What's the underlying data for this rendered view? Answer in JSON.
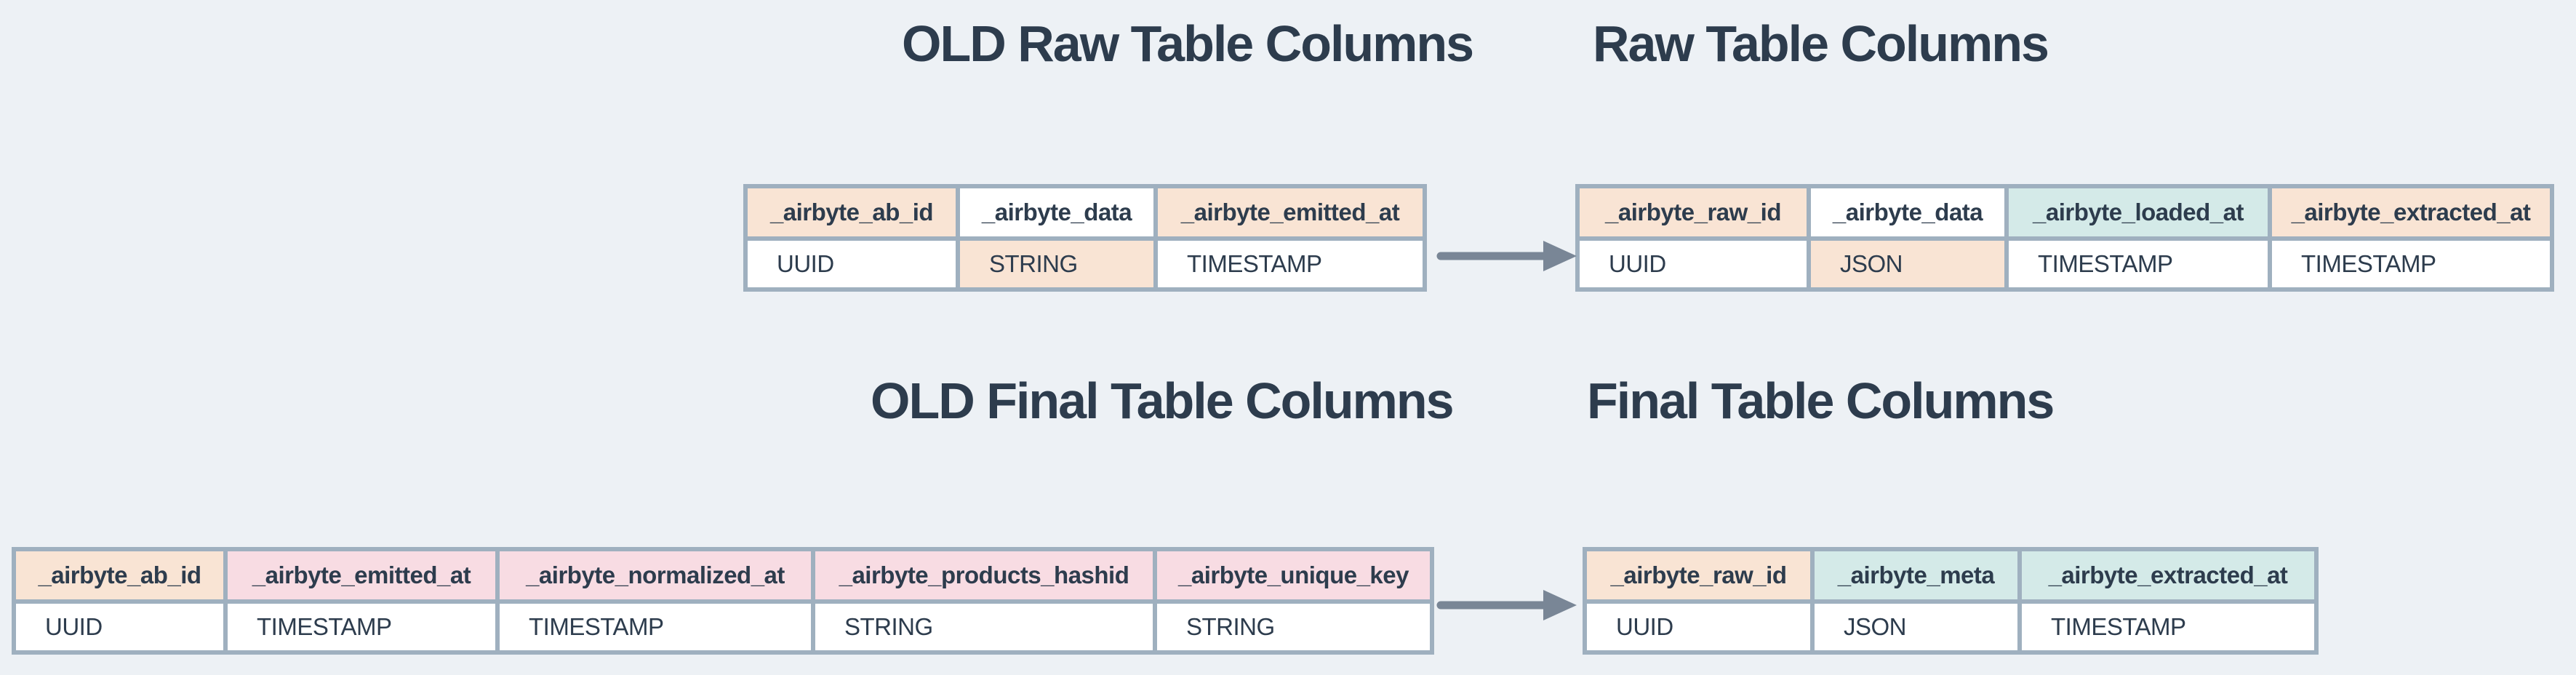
{
  "diagram": {
    "titles": {
      "old_raw": "OLD Raw Table Columns",
      "raw": "Raw Table Columns",
      "old_final": "OLD Final Table Columns",
      "final": "Final Table Columns"
    },
    "tables": {
      "old_raw": {
        "columns": [
          {
            "name": "_airbyte_ab_id",
            "type": "UUID",
            "header_bg": "peach",
            "type_bg": "white"
          },
          {
            "name": "_airbyte_data",
            "type": "STRING",
            "header_bg": "white",
            "type_bg": "peach"
          },
          {
            "name": "_airbyte_emitted_at",
            "type": "TIMESTAMP",
            "header_bg": "peach",
            "type_bg": "white"
          }
        ]
      },
      "raw": {
        "columns": [
          {
            "name": "_airbyte_raw_id",
            "type": "UUID",
            "header_bg": "peach",
            "type_bg": "white"
          },
          {
            "name": "_airbyte_data",
            "type": "JSON",
            "header_bg": "white",
            "type_bg": "peach"
          },
          {
            "name": "_airbyte_loaded_at",
            "type": "TIMESTAMP",
            "header_bg": "teal",
            "type_bg": "white"
          },
          {
            "name": "_airbyte_extracted_at",
            "type": "TIMESTAMP",
            "header_bg": "peach",
            "type_bg": "white"
          }
        ]
      },
      "old_final": {
        "columns": [
          {
            "name": "_airbyte_ab_id",
            "type": "UUID",
            "header_bg": "peach",
            "type_bg": "white"
          },
          {
            "name": "_airbyte_emitted_at",
            "type": "TIMESTAMP",
            "header_bg": "pink",
            "type_bg": "white"
          },
          {
            "name": "_airbyte_normalized_at",
            "type": "TIMESTAMP",
            "header_bg": "pink",
            "type_bg": "white"
          },
          {
            "name": "_airbyte_products_hashid",
            "type": "STRING",
            "header_bg": "pink",
            "type_bg": "white"
          },
          {
            "name": "_airbyte_unique_key",
            "type": "STRING",
            "header_bg": "pink",
            "type_bg": "white"
          }
        ]
      },
      "final": {
        "columns": [
          {
            "name": "_airbyte_raw_id",
            "type": "UUID",
            "header_bg": "peach",
            "type_bg": "white"
          },
          {
            "name": "_airbyte_meta",
            "type": "JSON",
            "header_bg": "teal",
            "type_bg": "white"
          },
          {
            "name": "_airbyte_extracted_at",
            "type": "TIMESTAMP",
            "header_bg": "teal",
            "type_bg": "white"
          }
        ]
      }
    },
    "icons": {
      "raw_migration_arrow": "arrow-right",
      "final_migration_arrow": "arrow-right"
    },
    "colors": {
      "background": "#edf1f5",
      "text": "#2d3c4d",
      "table_border": "#9fb0bf",
      "arrow": "#798696",
      "peach": "#f9e4d4",
      "pink": "#f8dce3",
      "teal": "#d4eae8",
      "white": "#ffffff"
    }
  }
}
